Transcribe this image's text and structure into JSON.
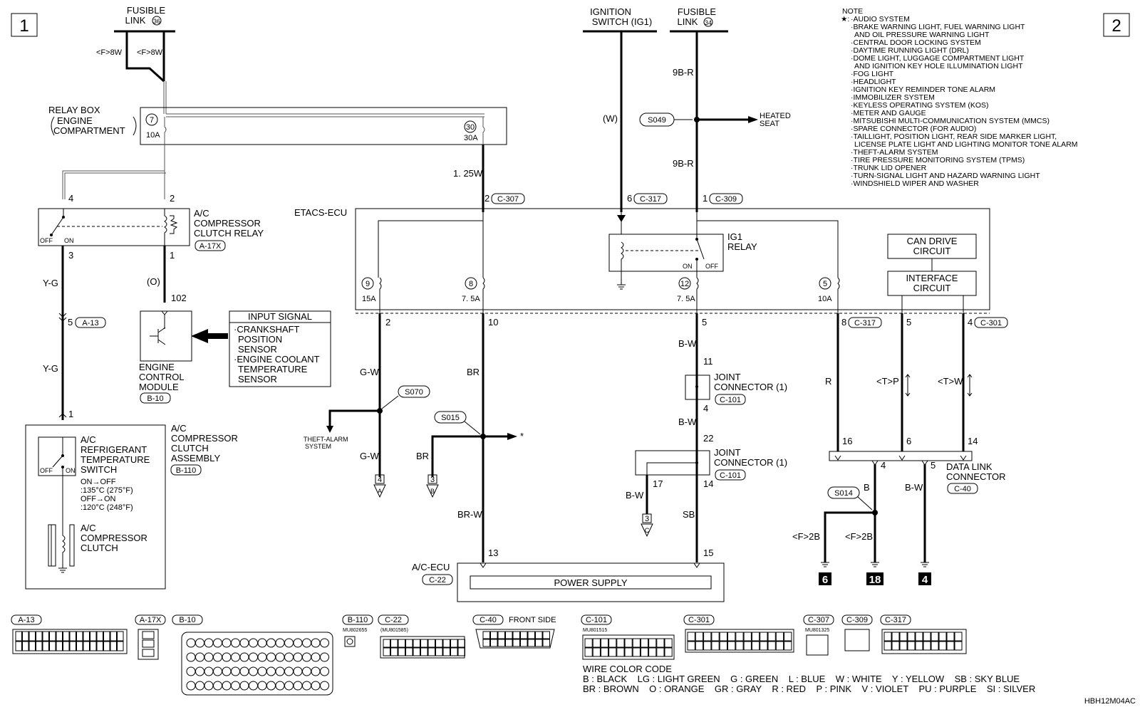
{
  "sheet": {
    "left_tag": "1",
    "right_tag": "2",
    "code": "HBH12M04AC"
  },
  "fusible_link_36": {
    "line1": "FUSIBLE",
    "line2": "LINK",
    "num": "36",
    "wire_a": "<F>8W",
    "wire_b": "<F>8W"
  },
  "ignition_switch": {
    "line1": "IGNITION",
    "line2": "SWITCH (IG1)",
    "wire": "(W)"
  },
  "fusible_link_34": {
    "line1": "FUSIBLE",
    "line2": "LINK",
    "num": "34",
    "wire_top": "9B-R",
    "wire_bottom": "9B-R"
  },
  "splice_s049": {
    "id": "S049",
    "line1": "HEATED",
    "line2": "SEAT"
  },
  "relay_box": {
    "line1": "RELAY BOX",
    "line2": "ENGINE",
    "line3": "COMPARTMENT",
    "fuse_left_num": "7",
    "fuse_left_amp": "10A",
    "fuse_right_num": "30",
    "fuse_right_amp": "30A"
  },
  "wire_125w": "1. 25W",
  "ac_relay": {
    "line1": "A/C",
    "line2": "COMPRESSOR",
    "line3": "CLUTCH RELAY",
    "code": "A-17X",
    "pin4": "4",
    "pin2": "2",
    "pin3": "3",
    "pin1": "1",
    "off": "OFF",
    "on": "ON"
  },
  "ecm": {
    "wire_o": "(O)",
    "pin102": "102",
    "line1": "ENGINE",
    "line2": "CONTROL",
    "line3": "MODULE",
    "code": "B-10"
  },
  "input_signal": {
    "title": "INPUT SIGNAL",
    "l1": "·CRANKSHAFT",
    "l2": "POSITION",
    "l3": "SENSOR",
    "l4": "·ENGINE COOLANT",
    "l5": "TEMPERATURE",
    "l6": "SENSOR"
  },
  "left_chain": {
    "wire_yg1": "Y-G",
    "pin5": "5",
    "a13": "A-13",
    "wire_yg2": "Y-G",
    "pin1": "1"
  },
  "compressor_assy": {
    "l1": "A/C",
    "l2": "COMPRESSOR",
    "l3": "CLUTCH",
    "l4": "ASSEMBLY",
    "code": "B-110"
  },
  "ref_switch": {
    "l1": "A/C",
    "l2": "REFRIGERANT",
    "l3": "TEMPERATURE",
    "l4": "SWITCH",
    "s1": "ON→OFF",
    "s2": ":135°C (275°F)",
    "s3": "OFF→ON",
    "s4": ":120°C (248°F)",
    "off": "OFF",
    "on": "ON"
  },
  "clutch": {
    "l1": "A/C",
    "l2": "COMPRESSOR",
    "l3": "CLUTCH"
  },
  "etacs": {
    "label": "ETACS-ECU",
    "pin_c307": "2",
    "c307": "C-307",
    "pin_c317_top": "6",
    "c317_top": "C-317",
    "pin_c309": "1",
    "c309": "C-309",
    "ig1_relay_1": "IG1",
    "ig1_relay_2": "RELAY",
    "ig1_on": "ON",
    "ig1_off": "OFF",
    "can_1": "CAN DRIVE",
    "can_2": "CIRCUIT",
    "int_1": "INTERFACE",
    "int_2": "CIRCUIT",
    "fuse9": "9",
    "fuse9_amp": "15A",
    "fuse8": "8",
    "fuse8_amp": "7. 5A",
    "fuse12": "12",
    "fuse12_amp": "7. 5A",
    "fuse5": "5",
    "fuse5_amp": "10A",
    "out2": "2",
    "out10": "10",
    "out5": "5",
    "out8": "8",
    "c317_out": "C-317",
    "out5b": "5",
    "out4": "4",
    "c301": "C-301"
  },
  "branch_gw": {
    "wire1": "G-W",
    "splice": "S070",
    "theft1": "THEFT-ALARM",
    "theft2": "SYSTEM",
    "wire2": "G-W",
    "ref_num": "4",
    "ref_letter": "A"
  },
  "branch_br": {
    "wire1": "BR",
    "splice": "S015",
    "star": "*",
    "wire2": "BR",
    "ref_num": "3",
    "ref_letter": "B",
    "wire3": "BR-W",
    "pin13": "13"
  },
  "acecu": {
    "line1": "A/C-ECU",
    "code": "C-22",
    "power": "POWER SUPPLY",
    "pin15": "15"
  },
  "branch_bw": {
    "wire1": "B-W",
    "p11": "11",
    "jc1_l1": "JOINT",
    "jc1_l2": "CONNECTOR (1)",
    "jc1_code": "C-101",
    "p4": "4",
    "wire2": "B-W",
    "p22": "22",
    "jc2_l1": "JOINT",
    "jc2_l2": "CONNECTOR (1)",
    "jc2_code": "C-101",
    "p17": "17",
    "p14": "14",
    "wire3": "B-W",
    "wire4": "SB",
    "ref_num": "3",
    "ref_letter": "C"
  },
  "dlc": {
    "wire_r": "R",
    "wire_tp": "<T>P",
    "wire_tw": "<T>W",
    "p16": "16",
    "p6": "6",
    "p14": "14",
    "p4": "4",
    "p5": "5",
    "l1": "DATA LINK",
    "l2": "CONNECTOR",
    "code": "C-40",
    "splice": "S014",
    "wire_b": "B",
    "wire_bw": "B-W",
    "wire_f2b_a": "<F>2B",
    "wire_f2b_b": "<F>2B",
    "g1": "6",
    "g2": "18",
    "g3": "4"
  },
  "notes": {
    "title": "NOTE",
    "star": "★:",
    "items": [
      "·AUDIO SYSTEM",
      "·BRAKE WARNING LIGHT, FUEL WARNING LIGHT",
      "AND OIL PRESSURE WARNING LIGHT",
      "·CENTRAL DOOR LOCKING SYSTEM",
      "·DAYTIME RUNNING LIGHT (DRL)",
      "·DOME LIGHT, LUGGAGE COMPARTMENT LIGHT",
      "AND IGNITION KEY HOLE ILLUMINATION LIGHT",
      "·FOG LIGHT",
      "·HEADLIGHT",
      "·IGNITION KEY REMINDER TONE ALARM",
      "·IMMOBILIZER SYSTEM",
      "·KEYLESS OPERATING SYSTEM (KOS)",
      "·METER AND GAUGE",
      "·MITSUBISHI MULTI-COMMUNICATION SYSTEM (MMCS)",
      "·SPARE CONNECTOR (FOR AUDIO)",
      "·TAILLIGHT, POSITION LIGHT, REAR SIDE MARKER LIGHT,",
      "LICENSE PLATE LIGHT AND LIGHTING MONITOR TONE ALARM",
      "·THEFT-ALARM SYSTEM",
      "·TIRE PRESSURE MONITORING SYSTEM (TPMS)",
      "·TRUNK LID OPENER",
      "·TURN-SIGNAL LIGHT AND HAZARD WARNING LIGHT",
      "·WINDSHIELD WIPER AND WASHER"
    ]
  },
  "connectors": {
    "a13": "A-13",
    "a17x": "A-17X",
    "b10": "B-10",
    "b110": "B-110",
    "c22": "C-22",
    "c40": "C-40",
    "c101": "C-101",
    "c301": "C-301",
    "c307": "C-307",
    "c309": "C-309",
    "c317": "C-317",
    "mu_b110": "MU802655",
    "mu_c22": "(MU801585)",
    "front_side": "FRONT SIDE",
    "mu_c101": "MU801515",
    "mu_c307": "MU801325"
  },
  "wire_color_code": {
    "title": "WIRE COLOR CODE",
    "row1": "B : BLACK    LG : LIGHT GREEN    G : GREEN    L : BLUE    W : WHITE    Y : YELLOW    SB : SKY BLUE",
    "row2": "BR : BROWN    O : ORANGE    GR : GRAY    R : RED    P : PINK    V : VIOLET    PU : PURPLE    SI : SILVER"
  }
}
